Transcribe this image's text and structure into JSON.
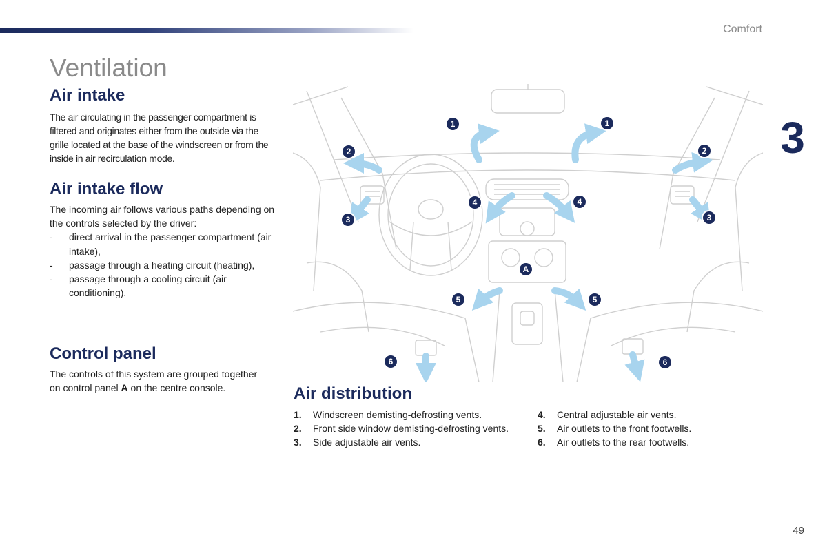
{
  "header": {
    "section": "Comfort",
    "chapter": "3"
  },
  "page_title": "Ventilation",
  "air_intake": {
    "heading": "Air intake",
    "body": "The air circulating in the passenger compartment is filtered and originates either from the outside via the grille located at the base of the windscreen or from the inside in air recirculation mode."
  },
  "air_intake_flow": {
    "heading": "Air intake flow",
    "intro": "The incoming air follows various paths depending on the controls selected by the driver:",
    "items": [
      {
        "bullet": "-",
        "text": "direct arrival in the passenger compartment (air intake),"
      },
      {
        "bullet": "-",
        "text": "passage through a heating circuit (heating),"
      },
      {
        "bullet": "-",
        "text": "passage through a cooling circuit (air conditioning)."
      }
    ]
  },
  "control_panel": {
    "heading": "Control panel",
    "text_before": "The controls of this system are grouped together on control panel ",
    "panel_letter": "A",
    "text_after": " on the centre console."
  },
  "air_distribution": {
    "heading": "Air distribution",
    "items": [
      {
        "num": "1.",
        "text": "Windscreen demisting-defrosting vents."
      },
      {
        "num": "2.",
        "text": "Front side window demisting-defrosting vents."
      },
      {
        "num": "3.",
        "text": "Side adjustable air vents."
      },
      {
        "num": "4.",
        "text": "Central adjustable air vents."
      },
      {
        "num": "5.",
        "text": "Air outlets to the front footwells."
      },
      {
        "num": "6.",
        "text": "Air outlets to the rear footwells."
      }
    ]
  },
  "diagram_labels": {
    "c1": "1",
    "c2": "2",
    "c3": "3",
    "c4": "4",
    "c5": "5",
    "c6": "6",
    "panel": "A"
  },
  "colors": {
    "heading": "#1b2a5c",
    "title_grey": "#8a8a8a",
    "arrow_blue": "#a8d4ee",
    "badge_blue": "#1b2a5c"
  },
  "page_number": "49"
}
